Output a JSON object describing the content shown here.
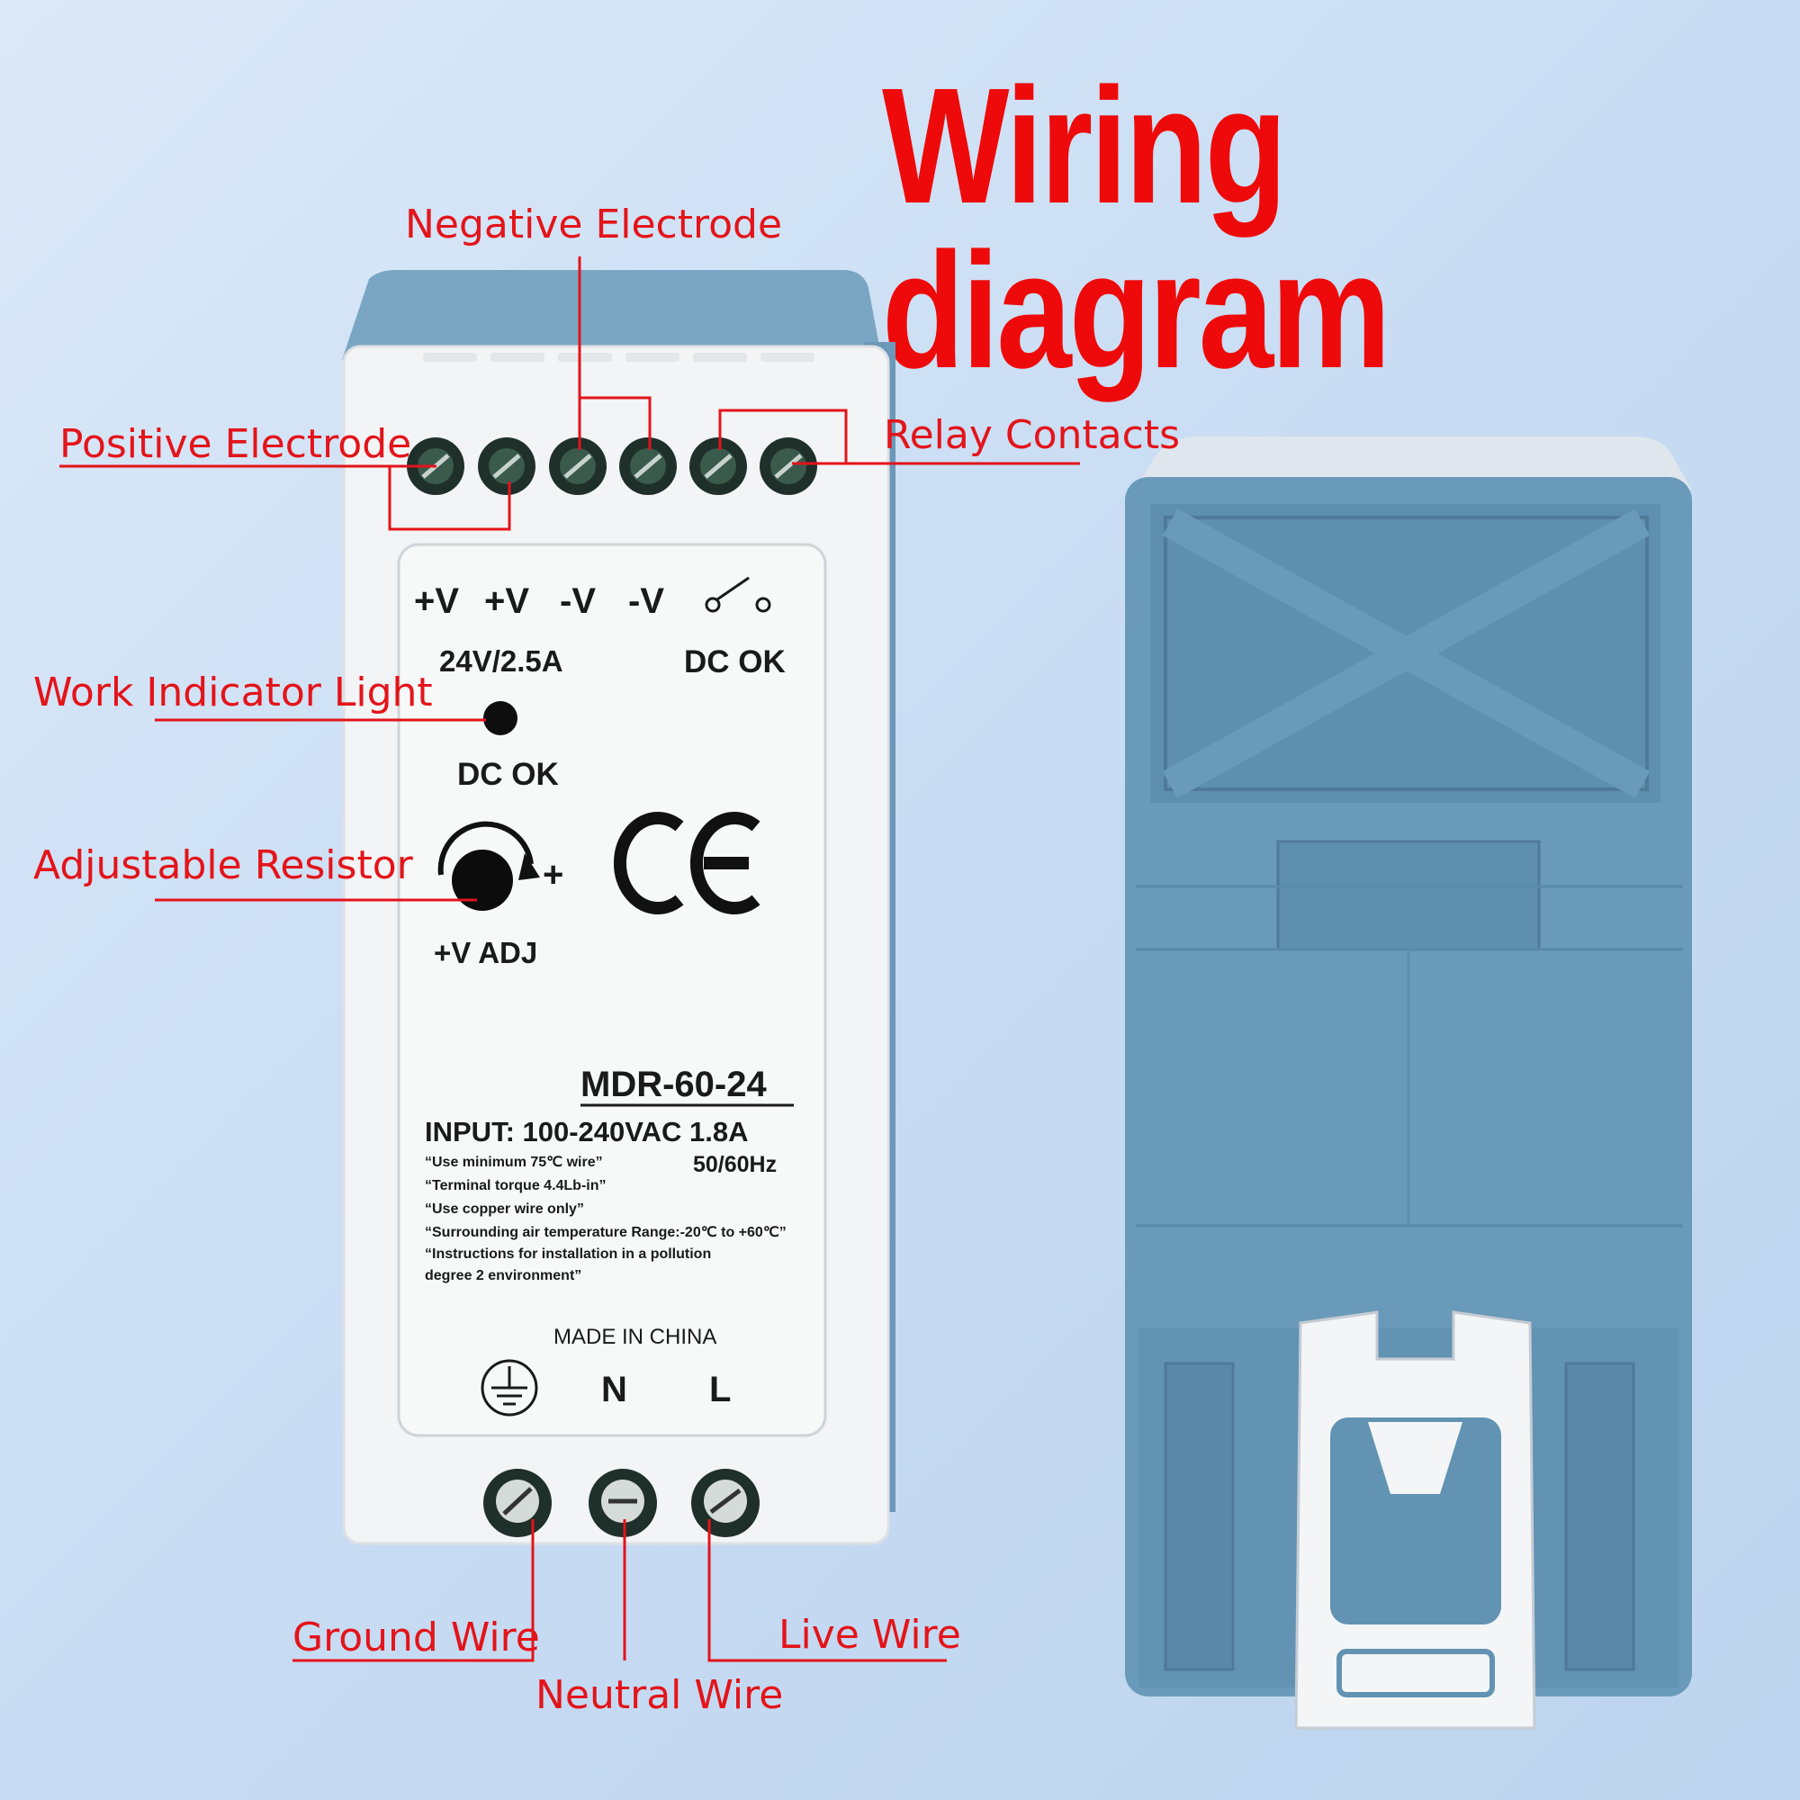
{
  "title": "Wiring diagram",
  "callouts": {
    "negative_electrode": "Negative Electrode",
    "positive_electrode": "Positive Electrode",
    "relay_contacts": "Relay Contacts",
    "work_indicator_light": "Work Indicator Light",
    "adjustable_resistor": "Adjustable Resistor",
    "ground_wire": "Ground Wire",
    "neutral_wire": "Neutral Wire",
    "live_wire": "Live Wire"
  },
  "label_panel": {
    "terminals": [
      "+V",
      "+V",
      "-V",
      "-V"
    ],
    "rating": "24V/2.5A",
    "dc_ok_right": "DC OK",
    "dc_ok_led": "DC OK",
    "adj_plus": "+",
    "adj_label": "+V ADJ",
    "ce_mark": "CE",
    "model": "MDR-60-24",
    "input": "INPUT: 100-240VAC  1.8A",
    "frequency": "50/60Hz",
    "notes": [
      "“Use minimum 75℃ wire”",
      "“Terminal torque 4.4Lb-in”",
      "“Use copper wire only”",
      "“Surrounding air temperature Range:-20℃  to +60℃”",
      "“Instructions for installation in a pollution",
      " degree 2 environment”"
    ],
    "made_in": "MADE IN CHINA",
    "neutral": "N",
    "live": "L"
  },
  "colors": {
    "accent_red": "#e3141a",
    "housing_blue": "#6b9dbb",
    "housing_white": "#f2f3f4",
    "background": "#c8dcf3"
  }
}
